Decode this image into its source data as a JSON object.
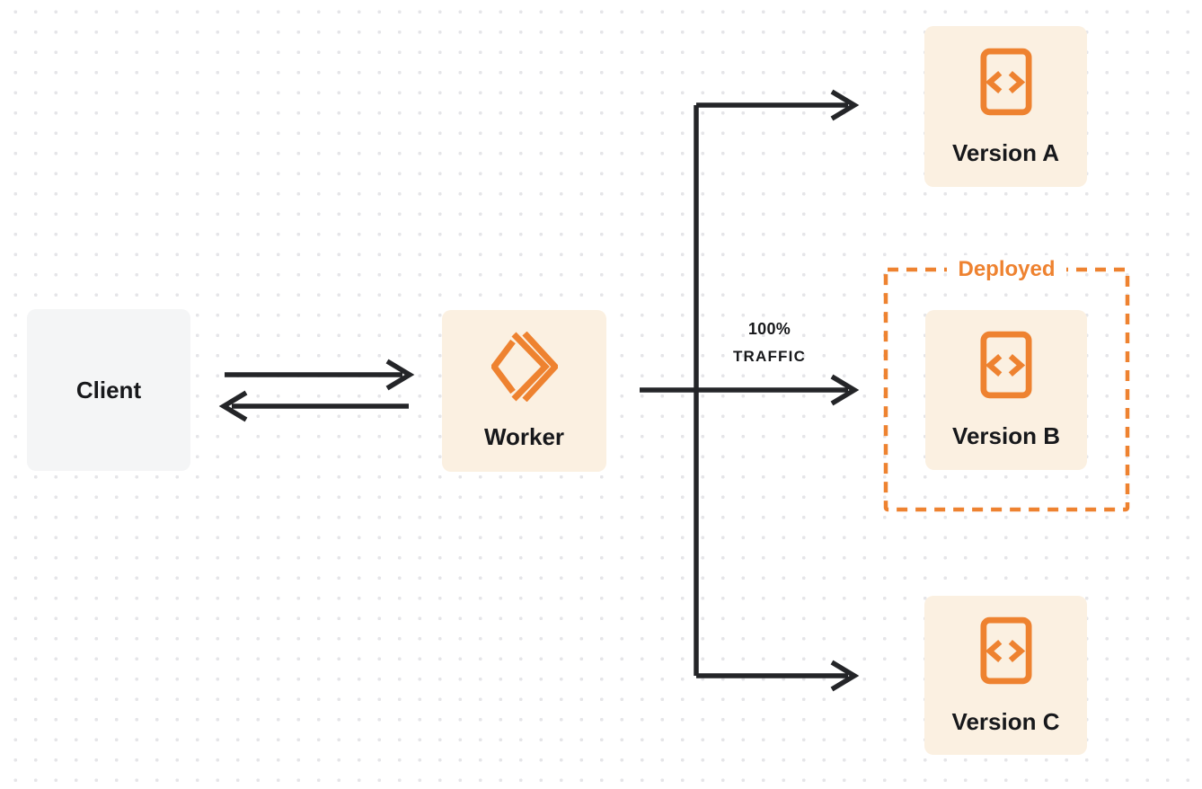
{
  "diagram": {
    "client": {
      "label": "Client"
    },
    "worker": {
      "label": "Worker",
      "icon": "workers-logo-icon"
    },
    "traffic_label": {
      "line1": "100%",
      "line2": "TRAFFIC"
    },
    "deployed": {
      "label": "Deployed"
    },
    "versions": [
      {
        "label": "Version A",
        "icon": "code-file-icon"
      },
      {
        "label": "Version B",
        "icon": "code-file-icon",
        "container": "Deployed"
      },
      {
        "label": "Version C",
        "icon": "code-file-icon"
      }
    ],
    "colors": {
      "accent_orange": "#EE8230",
      "box_cream": "#FBF0E1",
      "box_gray": "#F4F5F6",
      "ink": "#242528",
      "text_dark": "#17181B",
      "grid_dot": "#E5E5E8",
      "canvas_bg": "#FFFFFF"
    }
  }
}
